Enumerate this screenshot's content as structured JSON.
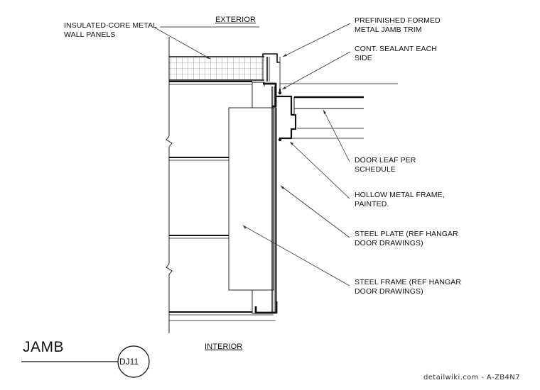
{
  "labels": {
    "exterior": "EXTERIOR",
    "interior": "INTERIOR",
    "wall_panels": [
      "INSULATED-CORE METAL",
      "WALL PANELS"
    ],
    "jamb_trim": [
      "PREFINISHED FORMED",
      "METAL JAMB TRIM"
    ],
    "sealant": [
      "CONT. SEALANT EACH",
      "SIDE"
    ],
    "door_leaf": [
      "DOOR LEAF PER",
      "SCHEDULE"
    ],
    "hollow_frame": [
      "HOLLOW METAL FRAME,",
      "PAINTED."
    ],
    "steel_plate": [
      "STEEL PLATE (REF HANGAR",
      "DOOR DRAWINGS)"
    ],
    "steel_frame": [
      "STEEL FRAME (REF HANGAR",
      "DOOR DRAWINGS)"
    ]
  },
  "title": "JAMB",
  "detail_tag": "DJ11",
  "watermark": "detailwiki.com - A-ZB4N7",
  "colors": {
    "line": "#111111",
    "leader": "#333333",
    "background": "#ffffff"
  }
}
